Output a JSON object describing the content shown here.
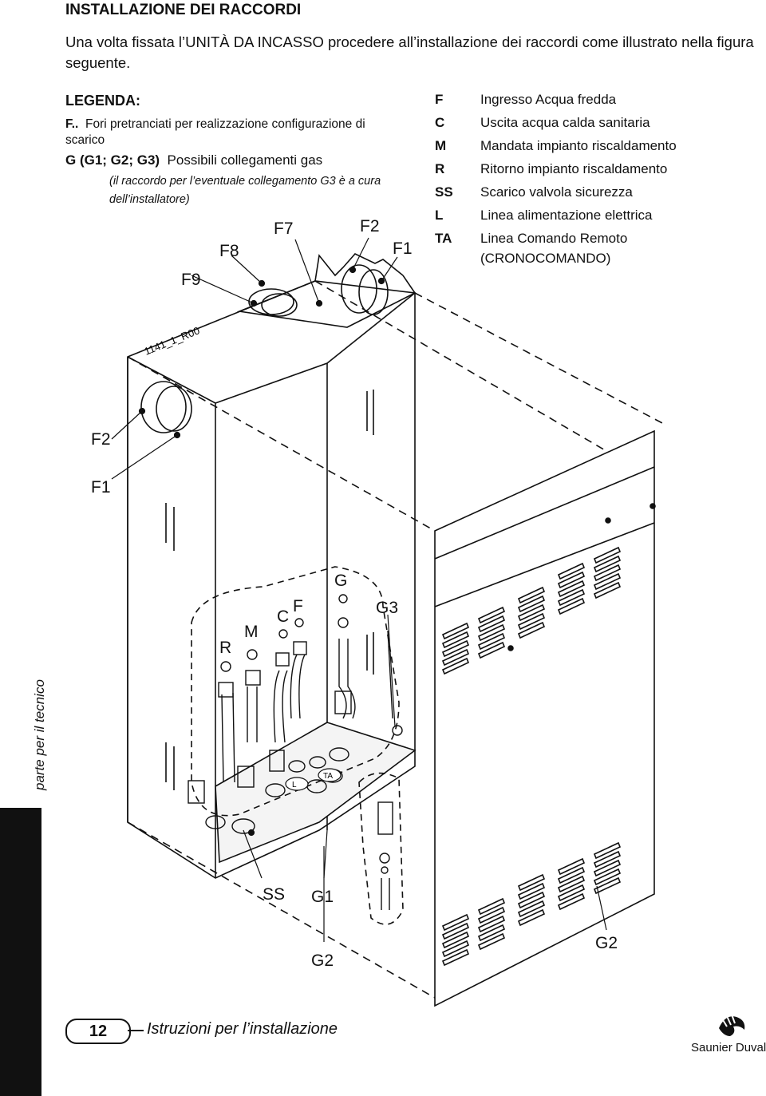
{
  "title": "INSTALLAZIONE DEI RACCORDI",
  "intro": "Una volta fissata l’UNITÀ DA INCASSO procedere all’installazione dei raccordi come illustrato nella figura seguente.",
  "legend_left": {
    "heading": "LEGENDA:",
    "f_key": "F..",
    "f_text": "Fori pretranciati per realizzazione configurazione di scarico",
    "g_key": "G (G1; G2; G3)",
    "g_text": "Possibili collegamenti gas",
    "g_note": "(il raccordo per l’eventuale collegamento G3 è a cura dell’installatore)"
  },
  "legend_right": [
    {
      "key": "F",
      "text": "Ingresso Acqua fredda"
    },
    {
      "key": "C",
      "text": "Uscita acqua calda sanitaria"
    },
    {
      "key": "M",
      "text": "Mandata impianto riscaldamento"
    },
    {
      "key": "R",
      "text": "Ritorno impianto riscaldamento"
    },
    {
      "key": "SS",
      "text": "Scarico valvola sicurezza"
    },
    {
      "key": "L",
      "text": "Linea alimentazione elettrica"
    },
    {
      "key": "TA",
      "text": "Linea Comando Remoto"
    },
    {
      "key": "",
      "text": "(CRONOCOMANDO)"
    }
  ],
  "diagram": {
    "code": "1141_1_R00",
    "labels": {
      "f9": "F9",
      "f8": "F8",
      "f7": "F7",
      "f2_top": "F2",
      "f1_top": "F1",
      "f2_side": "F2",
      "f1_side": "F1",
      "r": "R",
      "m": "M",
      "c": "C",
      "f": "F",
      "g": "G",
      "g3": "G3",
      "ss": "SS",
      "g1": "G1",
      "g2_bottom": "G2",
      "g2_right": "G2",
      "port_l": "L",
      "port_ta": "TA"
    }
  },
  "sidebar_text": "parte per il tecnico",
  "footer": {
    "page_number": "12",
    "text": "Istruzioni per l’installazione",
    "brand": "Saunier Duval"
  }
}
